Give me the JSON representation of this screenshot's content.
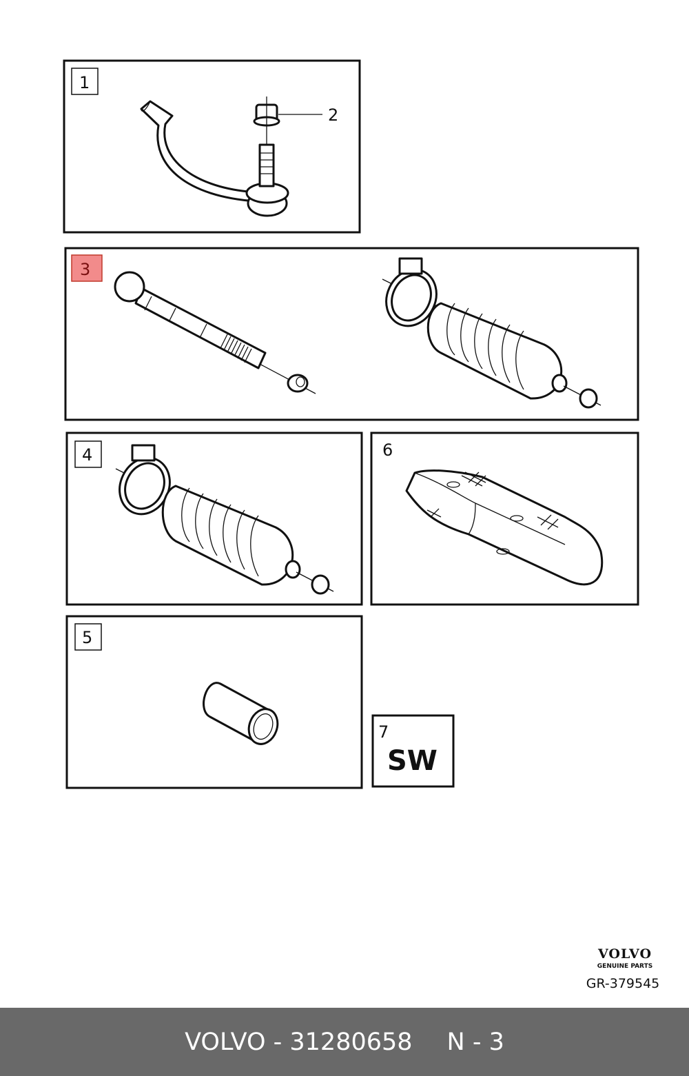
{
  "callouts": {
    "c1": "1",
    "c2": "2",
    "c3": "3",
    "c4": "4",
    "c5": "5",
    "c6": "6",
    "c7": "7"
  },
  "sw_label": "SW",
  "highlight_color": "#f28b8b",
  "logo": {
    "brand": "VOLVO",
    "tagline": "GENUINE PARTS"
  },
  "diagram_id": "GR-379545",
  "footer": {
    "part": "VOLVO - 31280658",
    "position": "N - 3"
  }
}
